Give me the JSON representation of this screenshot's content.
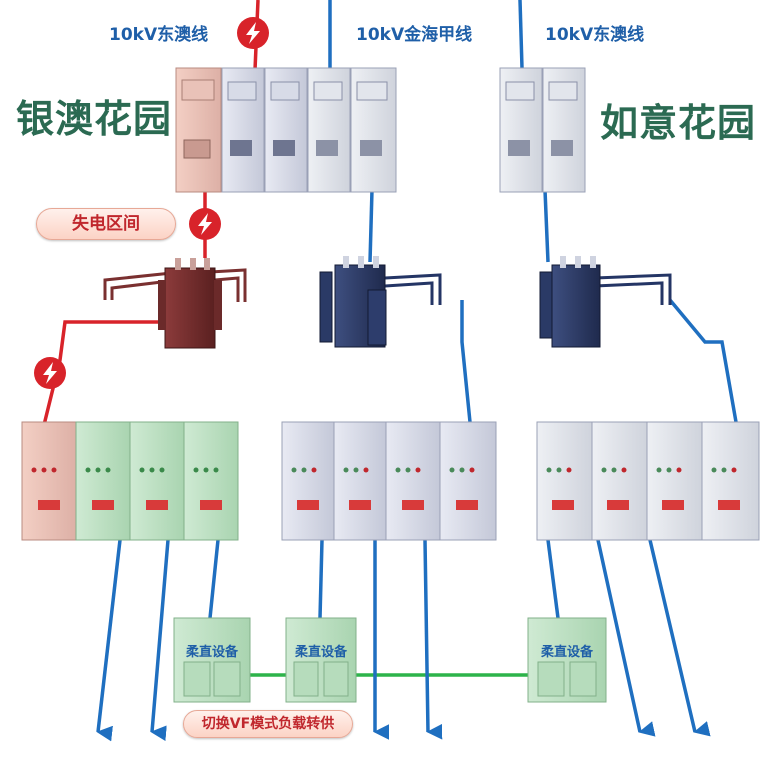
{
  "feeders": {
    "left": "10kV东澳线",
    "middle": "10kV金海甲线",
    "right": "10kV东澳线"
  },
  "gardens": {
    "left": "银澳花园",
    "right": "如意花园"
  },
  "labels": {
    "outage_zone": "失电区间",
    "flex_device": "柔直设备",
    "switch_vf": "切换VF模式负载转供"
  },
  "colors": {
    "outage": "#d8232a",
    "normal": "#1f6fc0",
    "link": "#2db34a",
    "garden_text": "#2b6a52",
    "feeder_text": "#1f5fa8"
  },
  "icons": [
    "fault-lightning-icon",
    "arrow-down-icon"
  ]
}
